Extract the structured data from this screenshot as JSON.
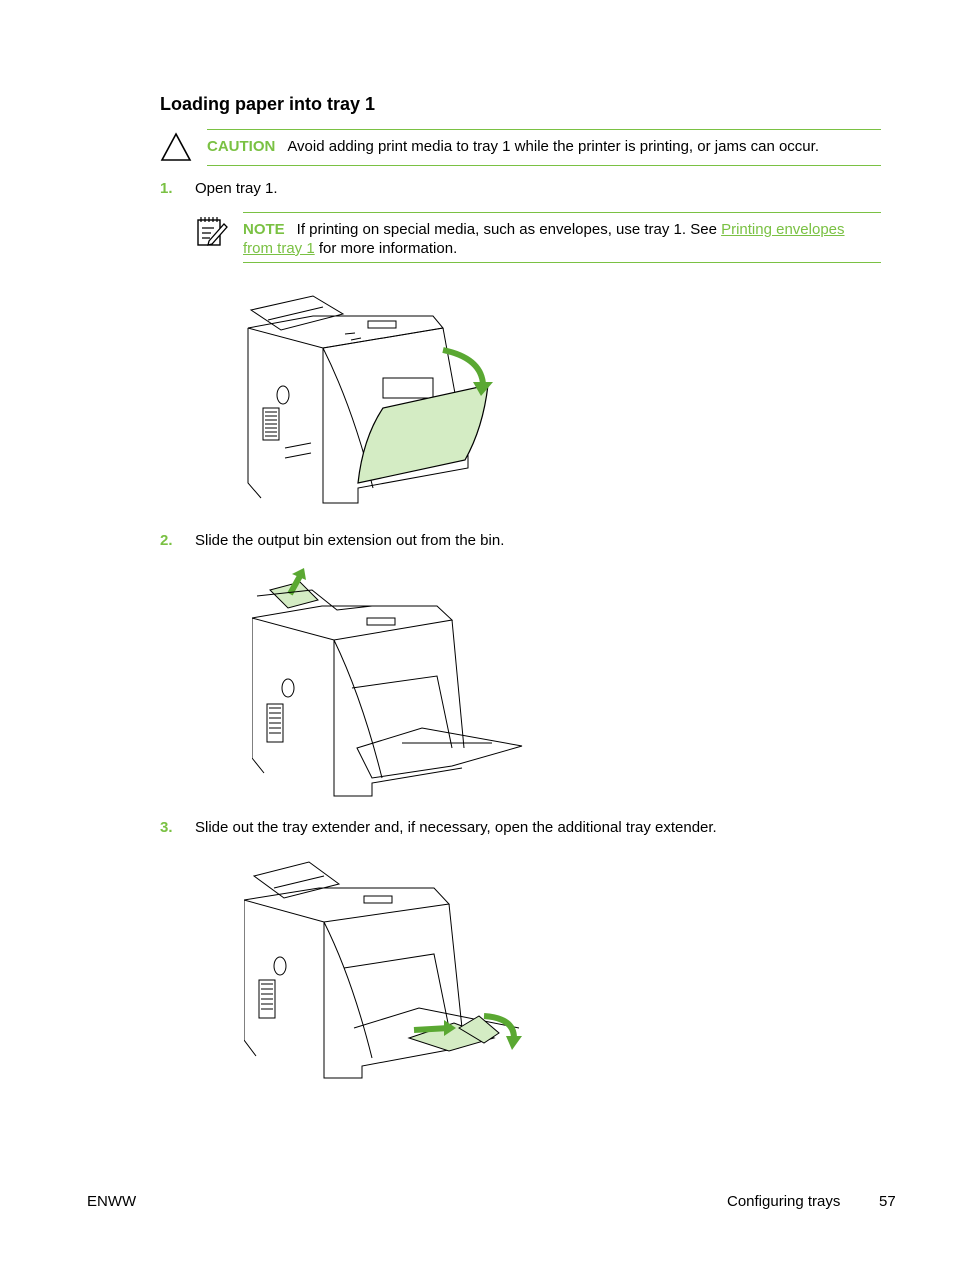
{
  "section_title": "Loading paper into tray 1",
  "caution": {
    "label": "CAUTION",
    "text": "Avoid adding print media to tray 1 while the printer is printing, or jams can occur."
  },
  "steps": [
    {
      "number": "1.",
      "text": "Open tray 1."
    },
    {
      "number": "2.",
      "text": "Slide the output bin extension out from the bin."
    },
    {
      "number": "3.",
      "text": "Slide out the tray extender and, if necessary, open the additional tray extender."
    }
  ],
  "note": {
    "label": "NOTE",
    "text_before": "If printing on special media, such as envelopes, use tray 1. See ",
    "link_text_1": "Printing envelopes",
    "link_text_2": "from tray 1",
    "text_after": " for more information."
  },
  "footer": {
    "left": "ENWW",
    "section": "Configuring trays",
    "page_number": "57"
  },
  "colors": {
    "accent": "#7ac143",
    "highlight_fill": "#d4ecc4",
    "arrow": "#5aa832"
  },
  "icons": [
    "caution-triangle-icon",
    "note-pad-icon",
    "hp-logo-icon"
  ]
}
